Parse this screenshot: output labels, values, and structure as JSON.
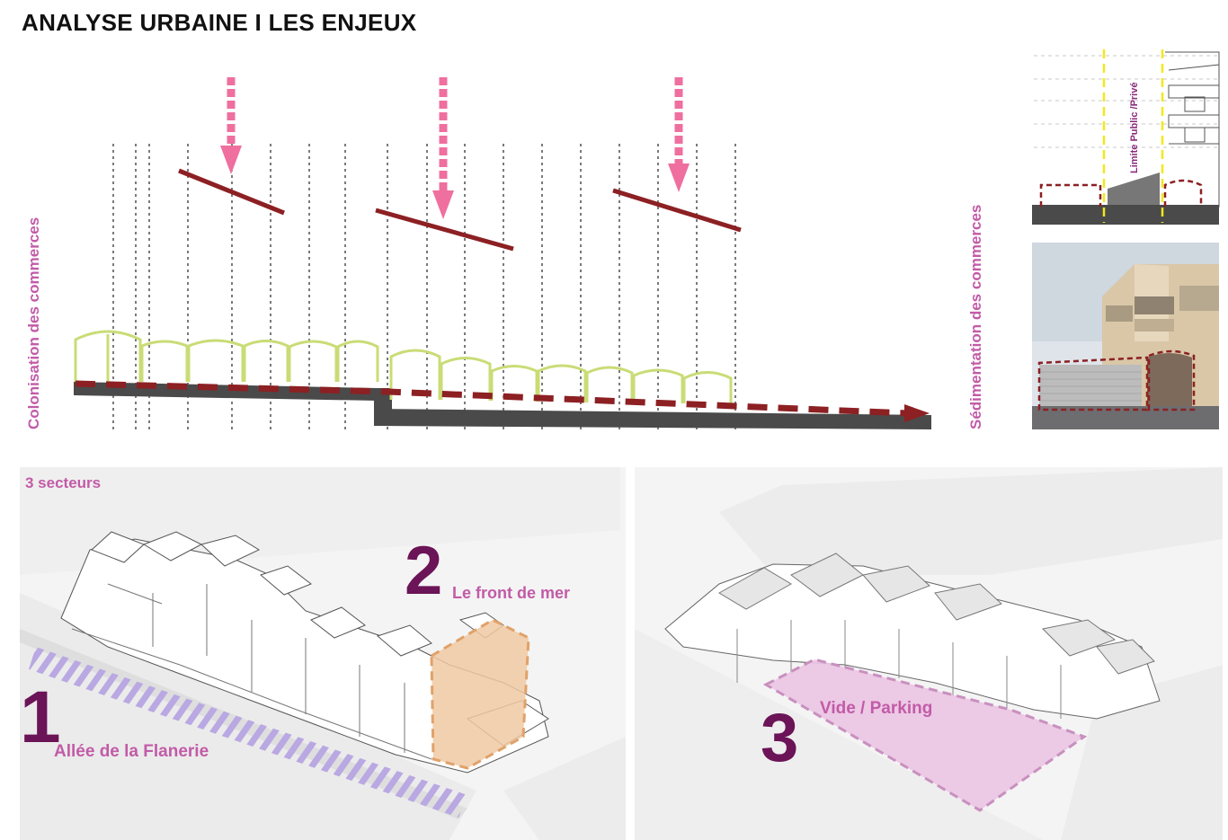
{
  "page": {
    "title": "ANALYSE URBAINE I LES ENJEUX"
  },
  "section": {
    "left_label": "Colonisation des commerces",
    "right_label": "Sédimentation des commerces",
    "limit_label": "Limite Public /Privé"
  },
  "sectors": {
    "heading": "3 secteurs",
    "s1": {
      "number": "1",
      "label": "Allée de la Flanerie"
    },
    "s2": {
      "number": "2",
      "label": "Le front de mer"
    },
    "s3": {
      "number": "3",
      "label": "Vide / Parking"
    }
  },
  "colors": {
    "magenta": "#c25ba7",
    "dark_purple": "#6b1457",
    "dark_red": "#8c2023",
    "pink_arrow": "#ef6f9f",
    "lime": "#c9dc76",
    "street": "#4a4a4a",
    "orange_zone": "#f0c9a3",
    "pink_zone": "#ebc4e3",
    "hatch": "#b8a6e0"
  }
}
